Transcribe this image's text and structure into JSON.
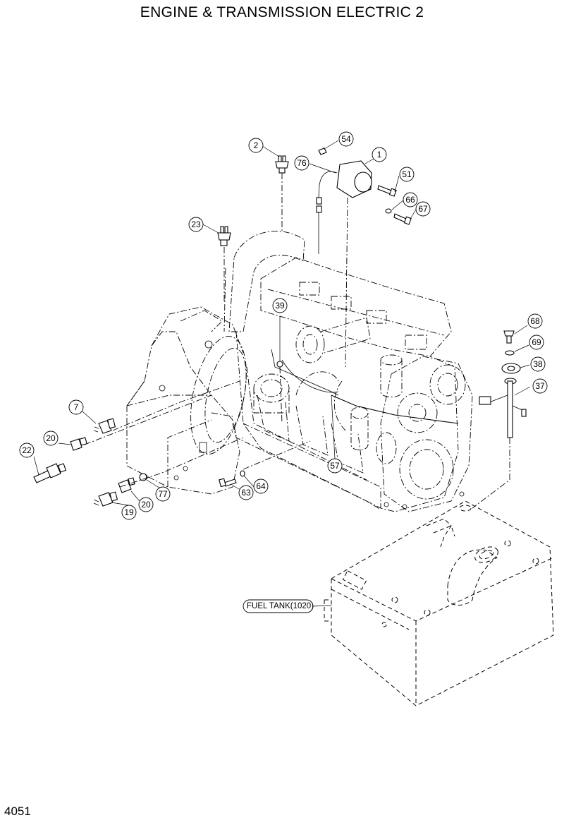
{
  "title": "ENGINE & TRANSMISSION ELECTRIC 2",
  "page_number": "4051",
  "reference_label": "FUEL TANK(1020)",
  "callouts": [
    "1",
    "2",
    "7",
    "19",
    "20",
    "20",
    "22",
    "23",
    "37",
    "38",
    "39",
    "51",
    "54",
    "57",
    "63",
    "64",
    "66",
    "67",
    "68",
    "69",
    "76",
    "77"
  ]
}
